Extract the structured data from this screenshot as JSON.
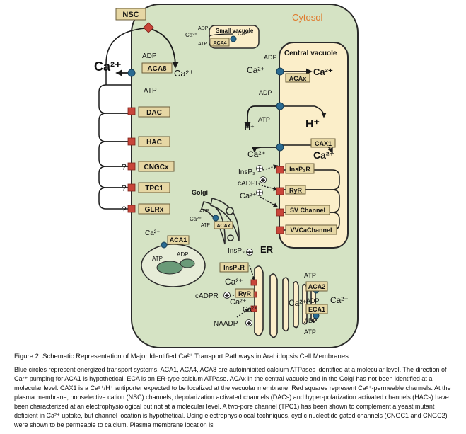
{
  "labels": {
    "nsc": "NSC",
    "cytosol": "Cytosol",
    "ca2_big": "Ca²⁺",
    "ca2": "Ca²⁺",
    "adp": "ADP",
    "atp": "ATP",
    "h_plus": "H⁺",
    "question": "?",
    "plus": "⊕",
    "aca8": "ACA8",
    "dac": "DAC",
    "hac": "HAC",
    "cngcx": "CNGCx",
    "tpc1": "TPC1",
    "glrx": "GLRx",
    "small_vacuole": "Small vacuole",
    "aca4": "ACA4",
    "central_vacuole": "Central vacuole",
    "acax": "ACAx",
    "cax1": "CAX1",
    "insp3": "InsP₃",
    "insp3r": "InsP₃R",
    "cadpr": "cADPR",
    "ryr": "RyR",
    "sv_channel": "SV Channel",
    "vvca_channel": "VVCaChannel",
    "golgi": "Golgi",
    "aca1": "ACA1",
    "er": "ER",
    "aca2": "ACA2",
    "eca1": "ECA1",
    "naadp": "NAADP"
  },
  "caption": {
    "title": "Figure 2. Schematic Representation of Major Identified Ca²⁺ Transport Pathways in Arabidopsis Cell Membranes.",
    "body": "Blue circles represent energized transport systems. ACA1, ACA4, ACA8 are autoinhibited calcium ATPases identified at a molecular level. The direction of Ca²⁺ pumping for ACA1 is hypothetical. ECA is an ER-type calcium ATPase. ACAx in the central vacuole and in the Golgi has not been identified at a molecular level. CAX1 is a Ca²⁺/H⁺ antiporter expected to be localized at the vacuolar membrane. Red squares represent Ca²⁺-permeable channels. At the plasma membrane, nonselective cation (NSC) channels, depolarization activated channels (DACs) and hyper-polarization activated channels (HACs) have been characterized at an electrophysiological but not at a molecular level. A two-pore channel (TPC1) has been shown to complement a yeast mutant deficient in Ca²⁺ uptake, but channel location is hypothetical. Using electrophysiolocal techniques, cyclic nucleotide gated channels (CNGC1 and CNGC2) were shown to be permeable to calcium. Plasma membrane location is"
  },
  "colors": {
    "cell_fill": "#d5e3c4",
    "vacuole_fill": "#fbeec9",
    "label_box": "#e6d7a4",
    "channel_red": "#c8453a",
    "pump_blue": "#2a6b92",
    "cytosol_text": "#e0792b",
    "line": "#1a1a1a"
  }
}
